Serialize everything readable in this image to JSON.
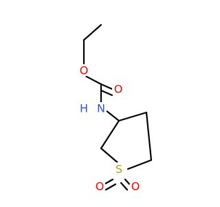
{
  "molecule": {
    "colors": {
      "bond": "#000000",
      "oxygen": "#ff0000",
      "nitrogen": "#3050f8",
      "sulfur": "#b2a200",
      "hydrogen": "#3050f8"
    },
    "atoms": {
      "ester_oxygen": "O",
      "carbonyl_oxygen": "O",
      "nitrogen": "N",
      "nitrogen_hydrogen": "H",
      "sulfur": "S",
      "sulfonyl_oxygen_left": "O",
      "sulfonyl_oxygen_right": "O"
    }
  }
}
